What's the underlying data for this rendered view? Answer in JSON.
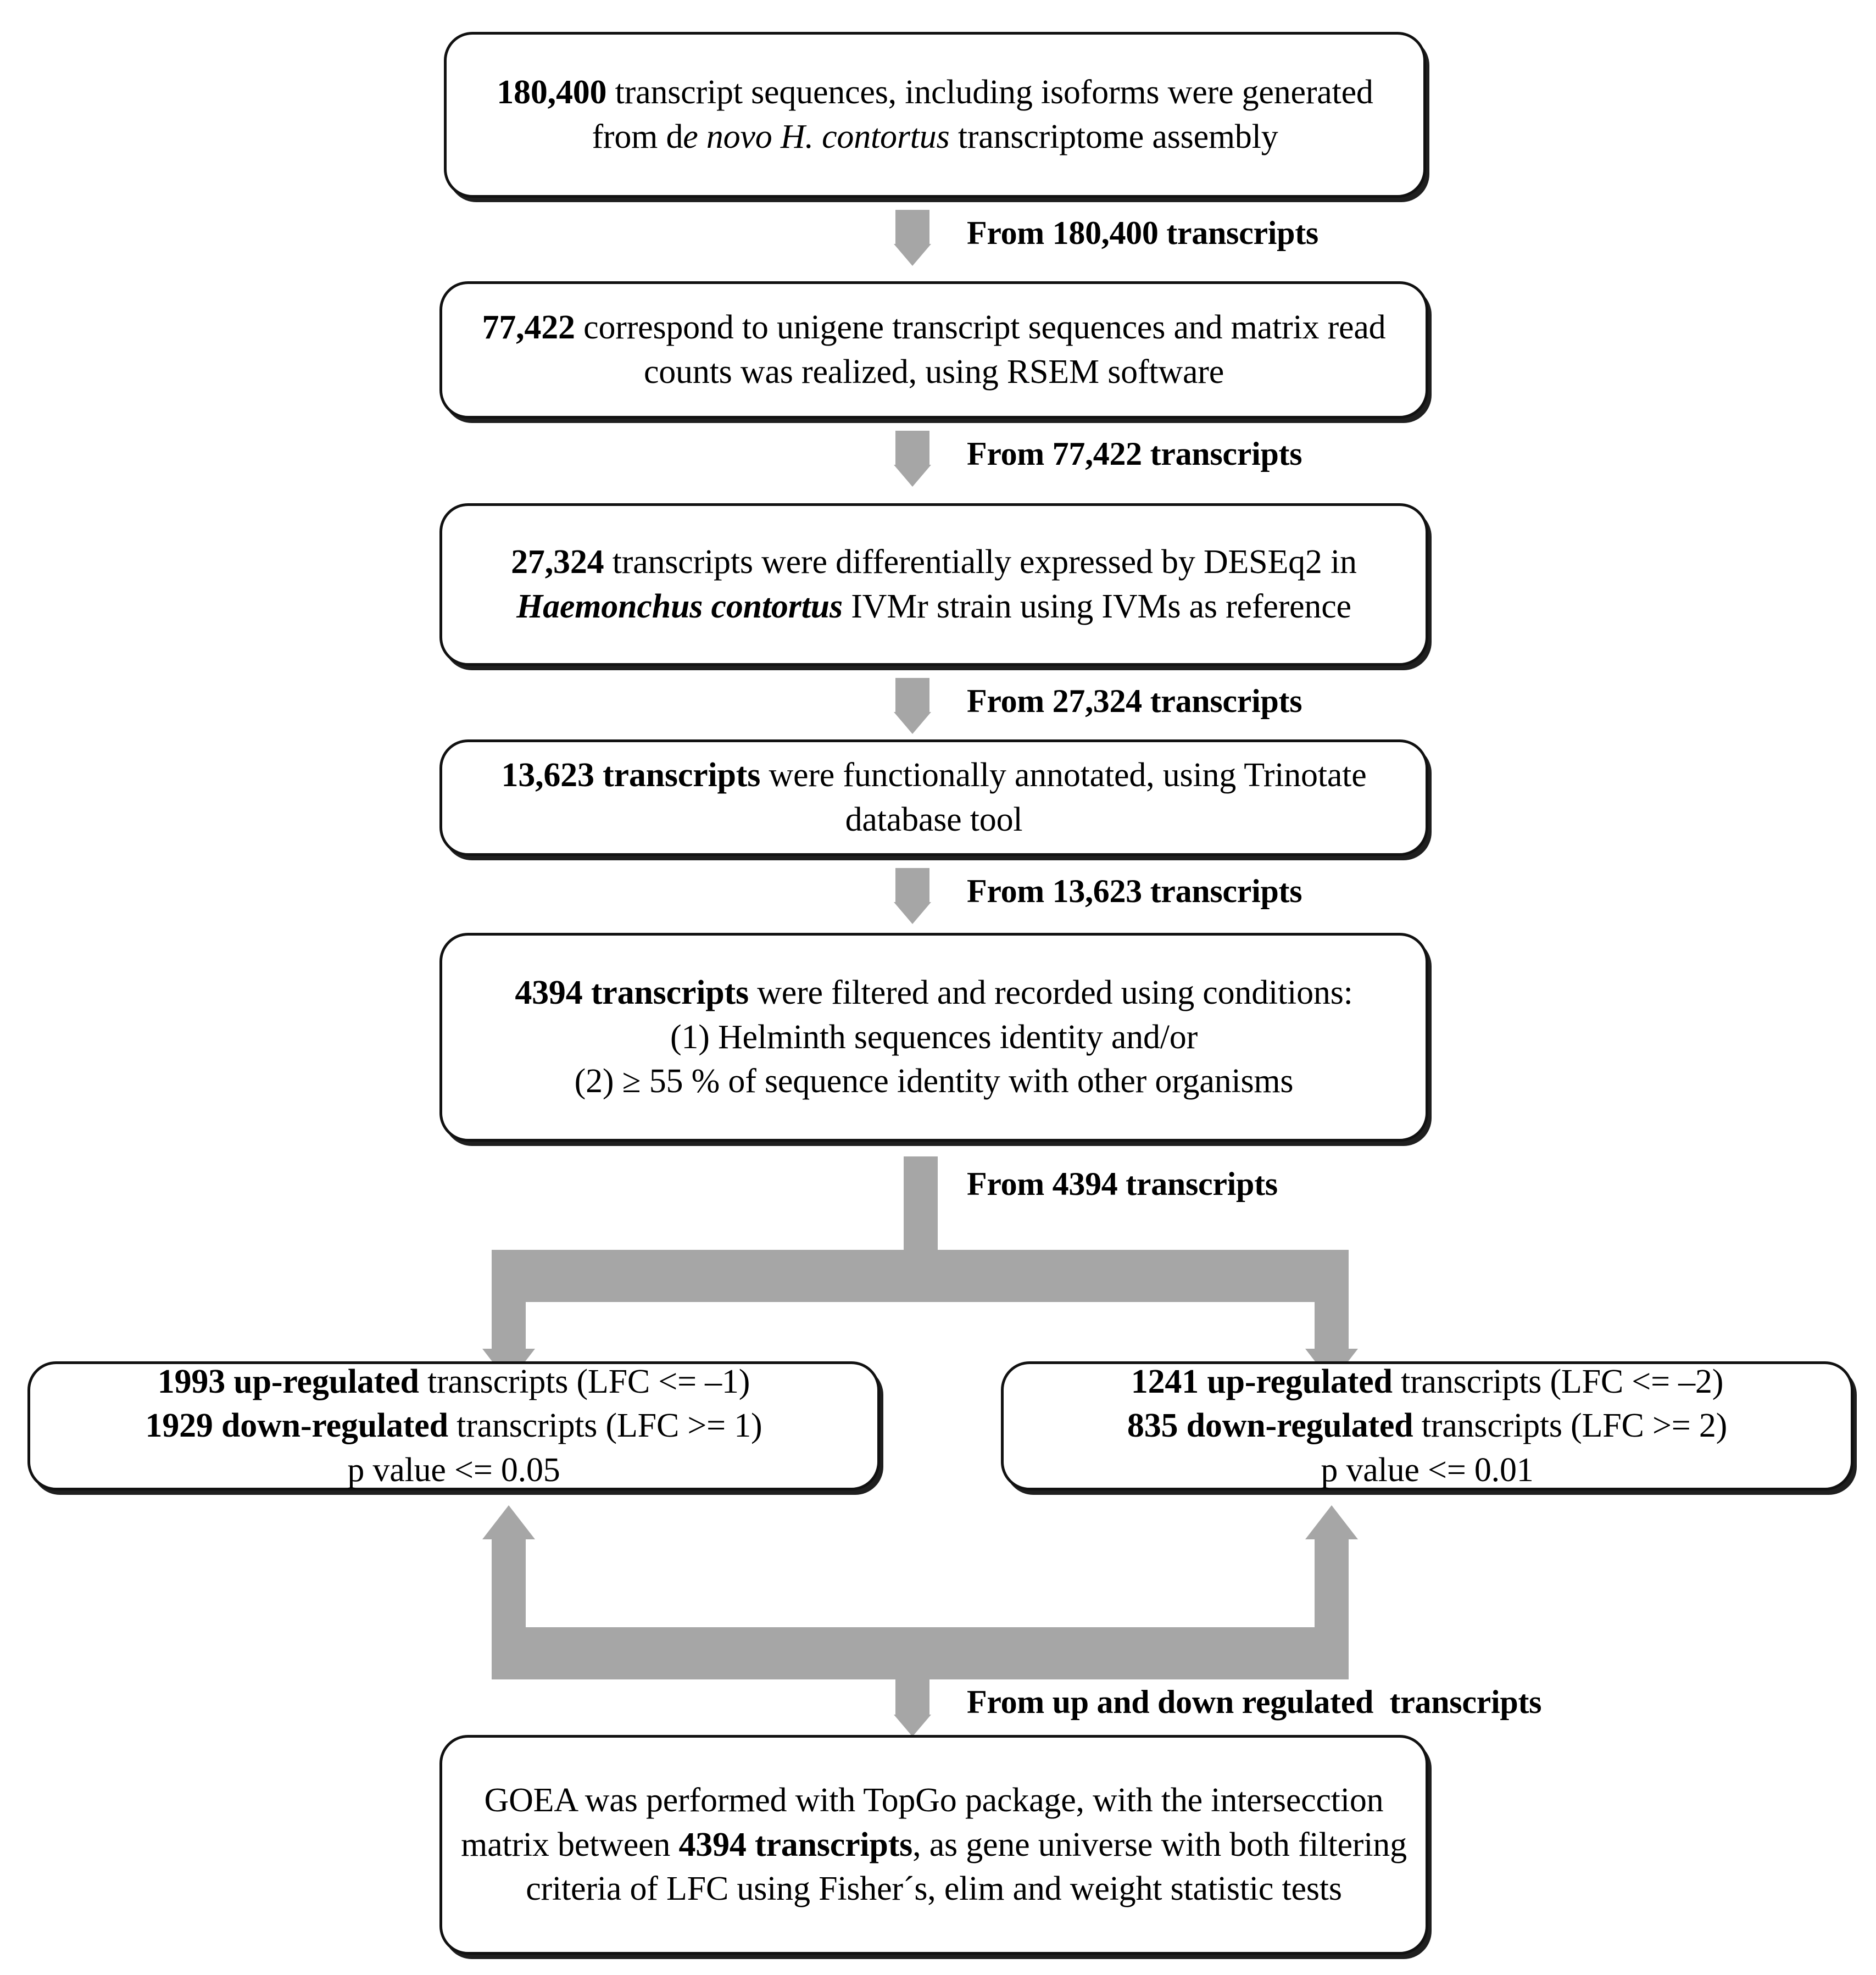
{
  "diagram": {
    "title": "Transcriptome analysis workflow flowchart",
    "colors": {
      "arrow_gray": "#a6a6a6",
      "box_border": "#111111",
      "background": "#ffffff",
      "text": "#000000"
    },
    "steps": [
      {
        "id": "step-1",
        "segments": [
          {
            "text": "180,400",
            "style": "bold"
          },
          {
            "text": " transcript sequences, including isoforms were generated from d",
            "style": "normal"
          },
          {
            "text": "e novo H. contortus",
            "style": "italic"
          },
          {
            "text": " transcriptome assembly",
            "style": "normal"
          }
        ],
        "plain": "180,400 transcript sequences, including isoforms were generated from de novo H. contortus transcriptome assembly"
      },
      {
        "id": "step-2",
        "segments": [
          {
            "text": "77,422",
            "style": "bold"
          },
          {
            "text": " correspond to unigene transcript sequences and matrix read counts was realized, using RSEM software",
            "style": "normal"
          }
        ],
        "plain": "77,422 correspond to unigene transcript sequences and matrix read counts was realized, using RSEM software"
      },
      {
        "id": "step-3",
        "segments": [
          {
            "text": "27,324",
            "style": "bold"
          },
          {
            "text": " transcripts were differentially expressed by DESEq2 in ",
            "style": "normal"
          },
          {
            "text": "Haemonchus contortus",
            "style": "bold-italic"
          },
          {
            "text": " IVMr strain using IVMs as reference",
            "style": "normal"
          }
        ],
        "plain": "27,324 transcripts were differentially expressed by DESEq2 in Haemonchus contortus IVMr strain using IVMs as reference"
      },
      {
        "id": "step-4",
        "segments": [
          {
            "text": "13,623 transcripts",
            "style": "bold"
          },
          {
            "text": " were functionally annotated, using Trinotate database tool",
            "style": "normal"
          }
        ],
        "plain": "13,623 transcripts were functionally annotated, using Trinotate database tool"
      },
      {
        "id": "step-5",
        "segments": [
          {
            "text": "4394 transcripts",
            "style": "bold"
          },
          {
            "text": " were filtered and recorded using conditions:",
            "style": "normal"
          },
          {
            "text": "\n(1) Helminth sequences identity  and/or\n(2) ≥ 55 % of sequence identity with other organisms",
            "style": "normal"
          }
        ],
        "lines": [
          "4394 transcripts were filtered and recorded using",
          "conditions:",
          "(1) Helminth sequences identity  and/or",
          "(2) ≥ 55 % of sequence identity with other organisms"
        ],
        "plain": "4394 transcripts were filtered and recorded using conditions: (1) Helminth sequences identity  and/or (2) ≥ 55 % of sequence identity with other organisms"
      }
    ],
    "branch_left": {
      "id": "branch-left",
      "lines": [
        {
          "bold": "1993 up-regulated",
          "rest": " transcripts (LFC <= –1)"
        },
        {
          "bold": "1929 down-regulated",
          "rest": " transcripts (LFC >= 1)"
        },
        {
          "bold": "",
          "rest": "p value <= 0.05"
        }
      ],
      "plain": "1993 up-regulated transcripts (LFC <= –1) 1929 down-regulated transcripts (LFC >= 1) p value <= 0.05"
    },
    "branch_right": {
      "id": "branch-right",
      "lines": [
        {
          "bold": "1241 up-regulated",
          "rest": " transcripts (LFC <= –2)"
        },
        {
          "bold": "835 down-regulated",
          "rest": " transcripts (LFC >= 2)"
        },
        {
          "bold": "",
          "rest": "p value <= 0.01"
        }
      ],
      "plain": "1241 up-regulated transcripts (LFC <= –2) 835 down-regulated transcripts (LFC >= 2) p value <= 0.01"
    },
    "final": {
      "id": "step-final",
      "segments": [
        {
          "text": "GOEA was performed with TopGo package, with the intersecction matrix between ",
          "style": "normal"
        },
        {
          "text": "4394 transcripts",
          "style": "bold"
        },
        {
          "text": ", as gene universe with both filtering criteria of LFC using Fisher´s, elim and weight statistic tests",
          "style": "normal"
        }
      ],
      "plain": "GOEA was performed with TopGo package, with the intersecction matrix between 4394 transcripts, as gene universe with both filtering criteria of LFC using Fisher´s, elim and weight statistic tests"
    },
    "arrow_labels": {
      "a1": "From 180,400 transcripts",
      "a2": "From 77,422 transcripts",
      "a3": "From 27,324 transcripts",
      "a4": "From 13,623 transcripts",
      "a5": "From 4394 transcripts",
      "a6": "From up and down regulated  transcripts"
    }
  }
}
